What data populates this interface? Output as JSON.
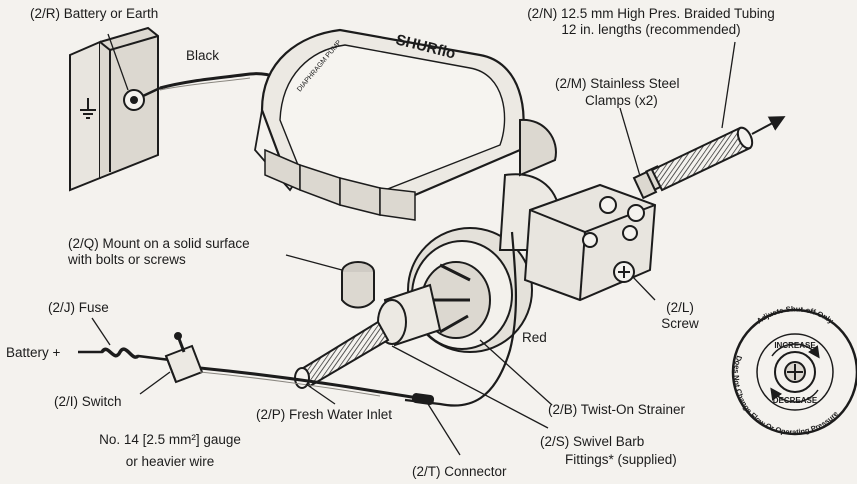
{
  "labels": {
    "battery_earth": "(2/R) Battery or Earth",
    "black": "Black",
    "tubing_1": "(2/N) 12.5 mm High Pres. Braided Tubing",
    "tubing_2": "12 in. lengths (recommended)",
    "clamps_1": "(2/M) Stainless Steel",
    "clamps_2": "Clamps (x2)",
    "mount_1": "(2/Q) Mount on a solid surface",
    "mount_2": "with bolts or screws",
    "fuse": "(2/J) Fuse",
    "battery_plus": "Battery +",
    "red": "Red",
    "screw_1": "(2/L)",
    "screw_2": "Screw",
    "switch": "(2/I) Switch",
    "inlet": "(2/P) Fresh Water Inlet",
    "strainer": "(2/B) Twist-On Strainer",
    "gauge_1": "No. 14 [2.5 mm²] gauge",
    "gauge_2": "or heavier wire",
    "swivel_1": "(2/S) Swivel Barb",
    "swivel_2": "Fittings* (supplied)",
    "connector": "(2/T) Connector"
  },
  "pump": {
    "brand": "SHURflo",
    "motor_text": "DIAPHRAGM PUMP"
  },
  "dial": {
    "top_arc": "Adjusts Shut-off Only",
    "side_arc": "Does Not Change Flow Or Operating Pressure",
    "increase": "INCREASE",
    "decrease": "DECREASE"
  }
}
